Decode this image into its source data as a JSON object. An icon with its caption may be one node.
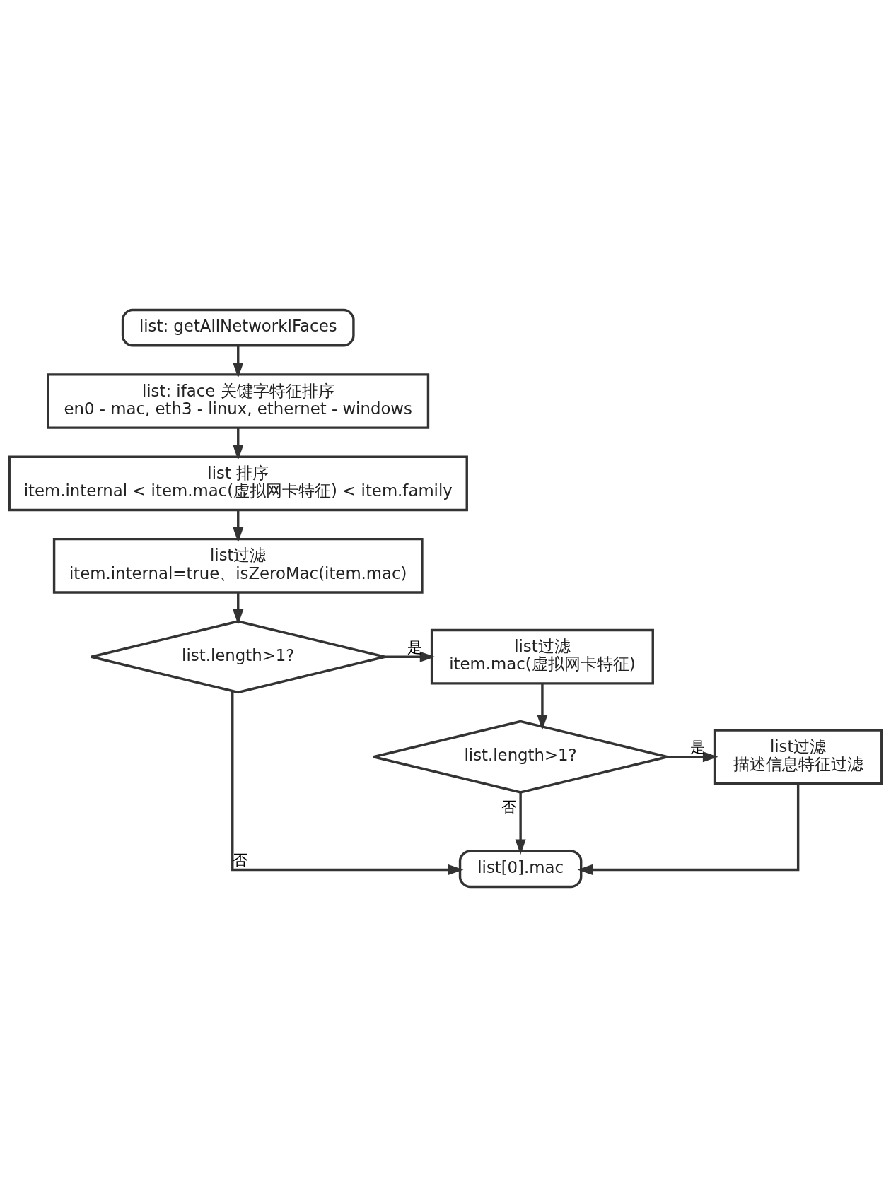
{
  "diagram": {
    "nodes": [
      {
        "text": [
          "list: getAllNetworkIFaces"
        ]
      },
      {
        "text": [
          "list: iface 关键字特征排序",
          "en0 - mac, eth3 - linux, ethernet - windows"
        ]
      },
      {
        "text": [
          "list 排序",
          "item.internal < item.mac(虚拟网卡特征) < item.family"
        ]
      },
      {
        "text": [
          "list过滤",
          "item.internal=true、isZeroMac(item.mac)"
        ]
      },
      {
        "text": [
          "list.length>1?"
        ]
      },
      {
        "text": [
          "list过滤",
          "item.mac(虚拟网卡特征)"
        ]
      },
      {
        "text": [
          "list.length>1?"
        ]
      },
      {
        "text": [
          "list过滤",
          "描述信息特征过滤"
        ]
      },
      {
        "text": [
          "list[0].mac"
        ]
      }
    ],
    "edges": [
      {
        "from": 0,
        "to": 1,
        "arrow": "to"
      },
      {
        "from": 1,
        "to": 2,
        "arrow": "to"
      },
      {
        "from": 2,
        "to": 3,
        "arrow": "to"
      },
      {
        "from": 3,
        "to": 4,
        "arrow": "to"
      },
      {
        "from": 4,
        "to": 5,
        "arrow": "to",
        "label": "是"
      },
      {
        "from": 5,
        "to": 6,
        "arrow": "to"
      },
      {
        "from": 6,
        "to": 7,
        "arrow": "to",
        "label": "是"
      },
      {
        "from": 7,
        "to": 8,
        "arrow": "to"
      },
      {
        "from": 4,
        "to": 8,
        "arrow": "to",
        "label": "否"
      },
      {
        "from": 6,
        "to": 8,
        "arrow": "to",
        "label": "否"
      }
    ]
  }
}
